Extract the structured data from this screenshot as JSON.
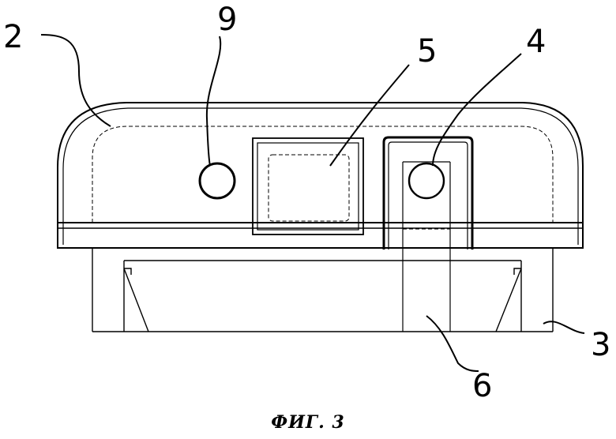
{
  "figure": {
    "caption": "ФИГ. 3",
    "ink_color": "#000000",
    "background_color": "#ffffff"
  },
  "reference_numerals": {
    "housing": "2",
    "base": "3",
    "connector": "4",
    "display": "5",
    "channel": "6",
    "button": "9"
  }
}
